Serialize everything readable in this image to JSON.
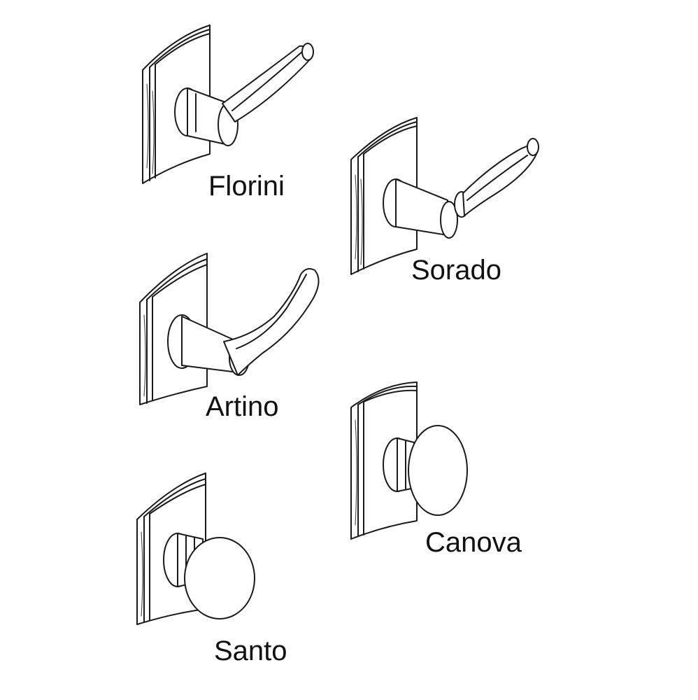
{
  "products": [
    {
      "name": "Florini",
      "kind": "lever",
      "style": "tapered-lever-icon"
    },
    {
      "name": "Sorado",
      "kind": "lever",
      "style": "baluster-lever-icon"
    },
    {
      "name": "Artino",
      "kind": "lever",
      "style": "curved-lever-icon"
    },
    {
      "name": "Canova",
      "kind": "knob",
      "style": "oval-knob-icon"
    },
    {
      "name": "Santo",
      "kind": "knob",
      "style": "round-knob-icon"
    }
  ],
  "colors": {
    "line": "#1a1a1a",
    "background": "#ffffff",
    "text": "#111111"
  }
}
